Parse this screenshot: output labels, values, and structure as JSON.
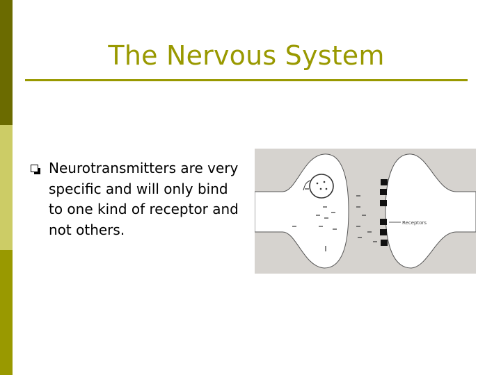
{
  "slide": {
    "title": "The Nervous System",
    "bullets": [
      "Neurotransmitters are very specific and will only bind to one kind of receptor and not others."
    ],
    "figure": {
      "label": "Receptors"
    }
  },
  "colors": {
    "accent": "#999900",
    "bar_dark": "#6b6b00",
    "bar_light": "#cccc66",
    "figure_bg": "#d6d3cf"
  }
}
